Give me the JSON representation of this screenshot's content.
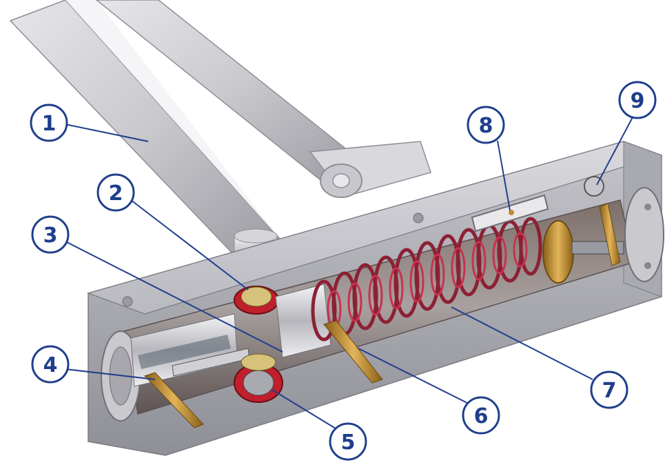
{
  "diagram": {
    "subject": "door closer cutaway",
    "accent_color": "#1f3f8c",
    "callouts": [
      {
        "id": "1",
        "label": "1"
      },
      {
        "id": "2",
        "label": "2"
      },
      {
        "id": "3",
        "label": "3"
      },
      {
        "id": "4",
        "label": "4"
      },
      {
        "id": "5",
        "label": "5"
      },
      {
        "id": "6",
        "label": "6"
      },
      {
        "id": "7",
        "label": "7"
      },
      {
        "id": "8",
        "label": "8"
      },
      {
        "id": "9",
        "label": "9"
      }
    ]
  }
}
